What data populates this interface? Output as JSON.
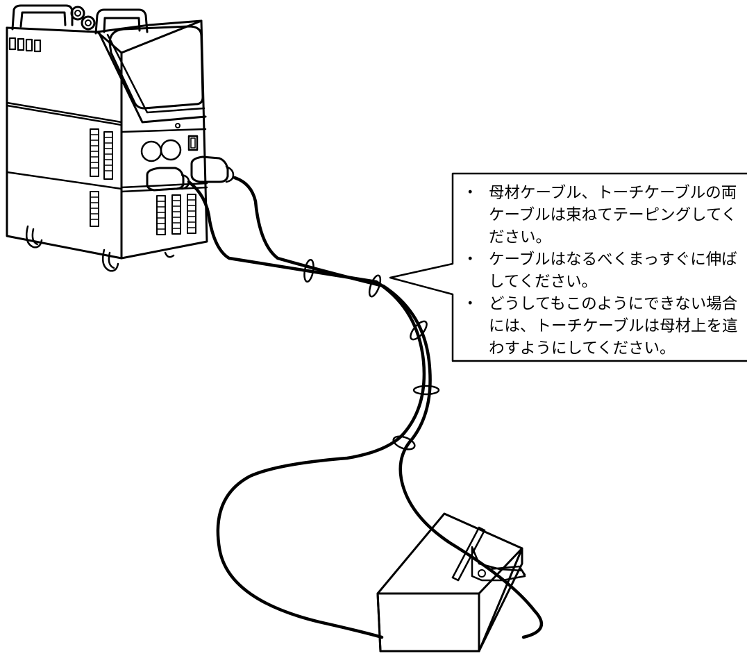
{
  "callout": {
    "bullet": "・",
    "items": [
      "母材ケーブル、トーチケーブルの両ケーブルは束ねてテーピングしてください。",
      "ケーブルはなるべくまっすぐに伸ばしてください。",
      "どうしてもこのようにできない場合には、トーチケーブルは母材上を這わすようにしてください。"
    ]
  }
}
